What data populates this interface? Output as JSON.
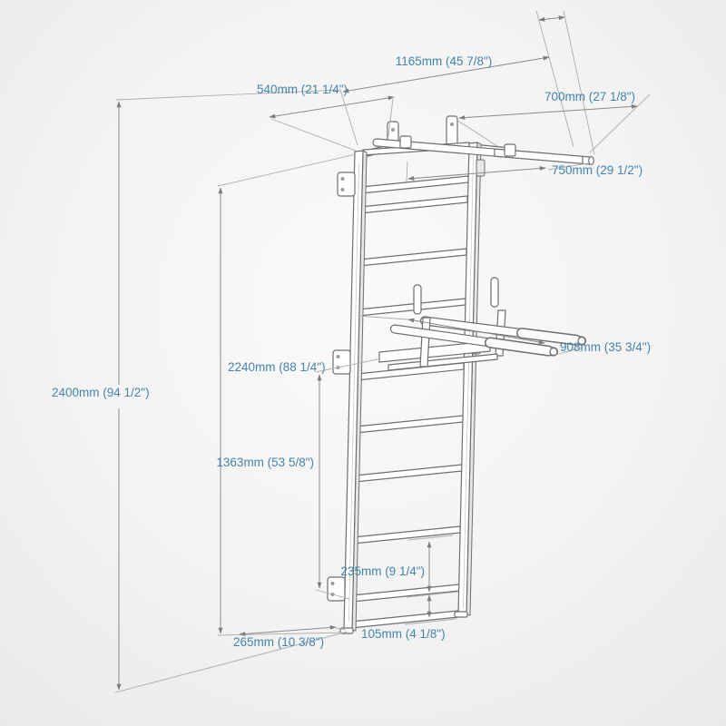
{
  "title": "Wall bars with pull-up and dip bars - dimensional drawing",
  "colors": {
    "dimension_text": "#4484aa",
    "dimension_line": "#8a8a8a",
    "drawing_line": "#6f6f6f",
    "background": "#f3f3f3"
  },
  "dimensions": {
    "overall_height": "2400mm (94 1/2\")",
    "ladder_height": "2240mm (88 1/4\")",
    "dip_bar_height": "1363mm (53 5/8\")",
    "overall_width_top": "1165mm (45 7/8\")",
    "top_depth": "540mm (21 1/4\")",
    "grip_width": "700mm (27 1/8\")",
    "pullup_bar_width": "750mm (29 1/2\")",
    "dip_bar_depth": "908mm (35 3/4\")",
    "rung_spacing": "235mm (9 1/4\")",
    "base_depth": "265mm (10 3/8\")",
    "bottom_rung_gap": "105mm (4 1/8\")"
  }
}
